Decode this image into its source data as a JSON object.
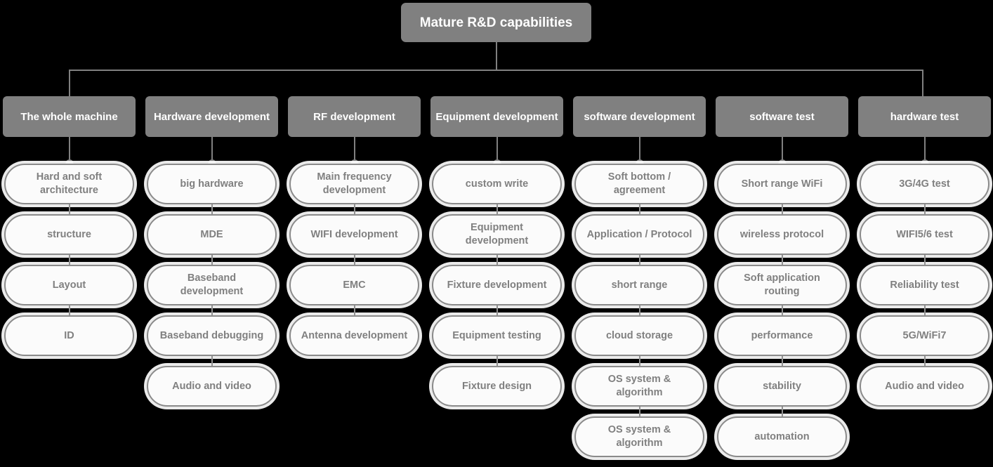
{
  "root": {
    "label": "Mature R&D capabilities",
    "color": "#808080",
    "text_color": "#ffffff"
  },
  "theme": {
    "header_bg": "#808080",
    "header_text": "#ffffff",
    "pill_bg": "#fbfbfb",
    "pill_border": "#8a8a8a",
    "pill_text": "#808080",
    "connector": "#808080",
    "background": "#000000"
  },
  "columns": [
    {
      "header": "The whole machine",
      "items": [
        "Hard and soft architecture",
        "structure",
        "Layout",
        "ID"
      ]
    },
    {
      "header": "Hardware development",
      "items": [
        "big hardware",
        "MDE",
        "Baseband development",
        "Baseband debugging",
        "Audio and video"
      ]
    },
    {
      "header": "RF development",
      "items": [
        "Main frequency development",
        "WIFI development",
        "EMC",
        "Antenna development"
      ]
    },
    {
      "header": "Equipment development",
      "items": [
        "custom write",
        "Equipment development",
        "Fixture development",
        "Equipment testing",
        "Fixture design"
      ]
    },
    {
      "header": "software development",
      "items": [
        "Soft bottom / agreement",
        "Application / Protocol",
        "short range",
        "cloud storage",
        "OS system & algorithm",
        "OS system & algorithm"
      ]
    },
    {
      "header": "software test",
      "items": [
        "Short range WiFi",
        "wireless protocol",
        "Soft application routing",
        "performance",
        "stability",
        "automation"
      ]
    },
    {
      "header": "hardware test",
      "items": [
        "3G/4G test",
        "WIFI5/6 test",
        "Reliability test",
        "5G/WiFi7",
        "Audio and video"
      ]
    }
  ]
}
